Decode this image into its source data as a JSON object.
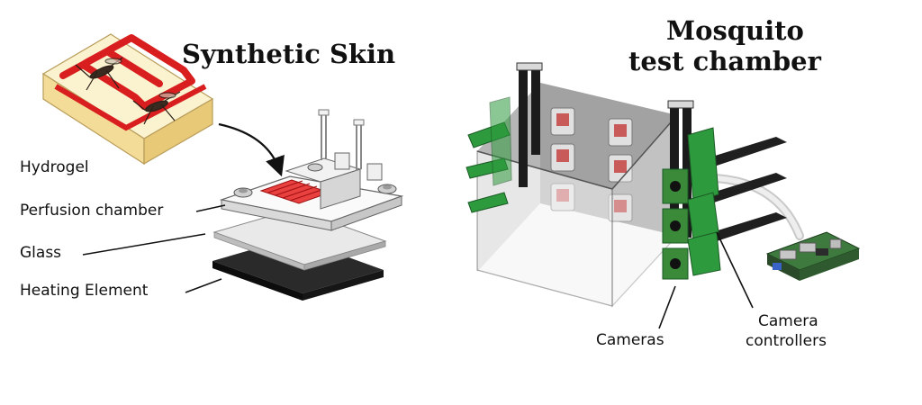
{
  "left_panel": {
    "title": "Synthetic Skin",
    "labels": {
      "hydrogel": "Hydrogel",
      "perfusion_chamber": "Perfusion chamber",
      "glass": "Glass",
      "heating_element": "Heating Element"
    }
  },
  "right_panel": {
    "title_line1": "Mosquito",
    "title_line2": "test chamber",
    "labels": {
      "cameras": "Cameras",
      "camera_controllers_line1": "Camera",
      "camera_controllers_line2": "controllers"
    }
  },
  "colors": {
    "hydrogel_red": "#d81e1e",
    "gel_block": "#f7e8b4",
    "camera_green": "#2e9a3e",
    "frame_black": "#1b1b1b"
  }
}
